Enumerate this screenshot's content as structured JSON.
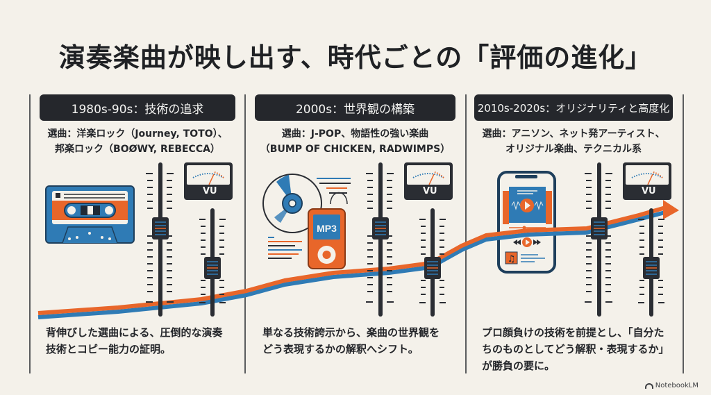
{
  "title": "演奏楽曲が映し出す、時代ごとの「評価の進化」",
  "colors": {
    "background": "#f4f1ea",
    "header_bg": "#25272c",
    "accent_orange": "#e8662a",
    "accent_blue": "#2f7bb5",
    "dark": "#2a2d33"
  },
  "eras": [
    {
      "header": "1980s-90s：技術の追求",
      "songs_line1": "選曲：洋楽ロック（Journey, TOTO）、",
      "songs_line2": "邦楽ロック（BOØWY, REBECCA）",
      "desc_line1": "背伸びした選曲による、圧倒的な演奏",
      "desc_line2": "技術とコピー能力の証明。",
      "icon": "cassette-tape-icon"
    },
    {
      "header": "2000s：世界観の構築",
      "songs_line1": "選曲：J-POP、物語性の強い楽曲",
      "songs_line2": "（BUMP OF CHICKEN, RADWIMPS）",
      "desc_line1": "単なる技術誇示から、楽曲の世界観を",
      "desc_line2": "どう表現するかの解釈へシフト。",
      "icon": "cd-mp3-player-icon",
      "mp3_label": "MP3"
    },
    {
      "header": "2010s-2020s：オリジナリティと高度化",
      "songs_line1": "選曲：アニソン、ネット発アーティスト、",
      "songs_line2": "オリジナル楽曲、テクニカル系",
      "desc_line1": "プロ顔負けの技術を前提とし、「自分た",
      "desc_line2": "ちのものとしてどう解釈・表現するか」",
      "desc_line3": "が勝負の要に。",
      "icon": "smartphone-music-app-icon"
    }
  ],
  "vu_label": "VU",
  "brand": "NotebookLM"
}
